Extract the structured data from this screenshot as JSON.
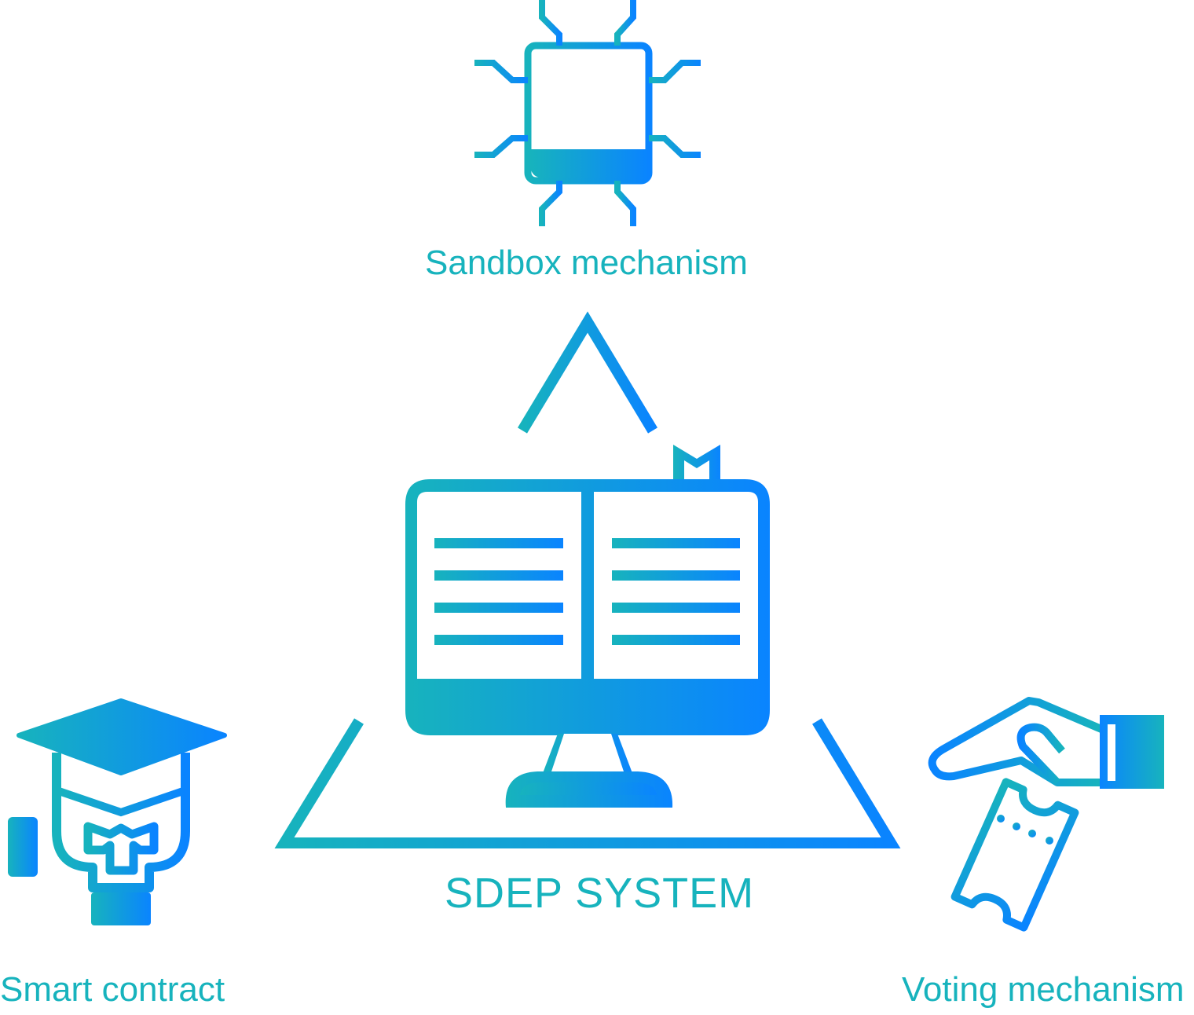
{
  "labels": {
    "sandbox": "Sandbox mechanism",
    "system": "SDEP SYSTEM",
    "smart_contract": "Smart contract",
    "voting": "Voting mechanism"
  },
  "icons": {
    "center": "computer-monitor-book-icon",
    "top": "chip-book-icon",
    "left": "graduation-cap-bulb-icon",
    "right": "hand-ticket-icon"
  },
  "colors": {
    "teal": "#17b3bd",
    "blue": "#0a84ff",
    "text": "#17b3bd"
  }
}
